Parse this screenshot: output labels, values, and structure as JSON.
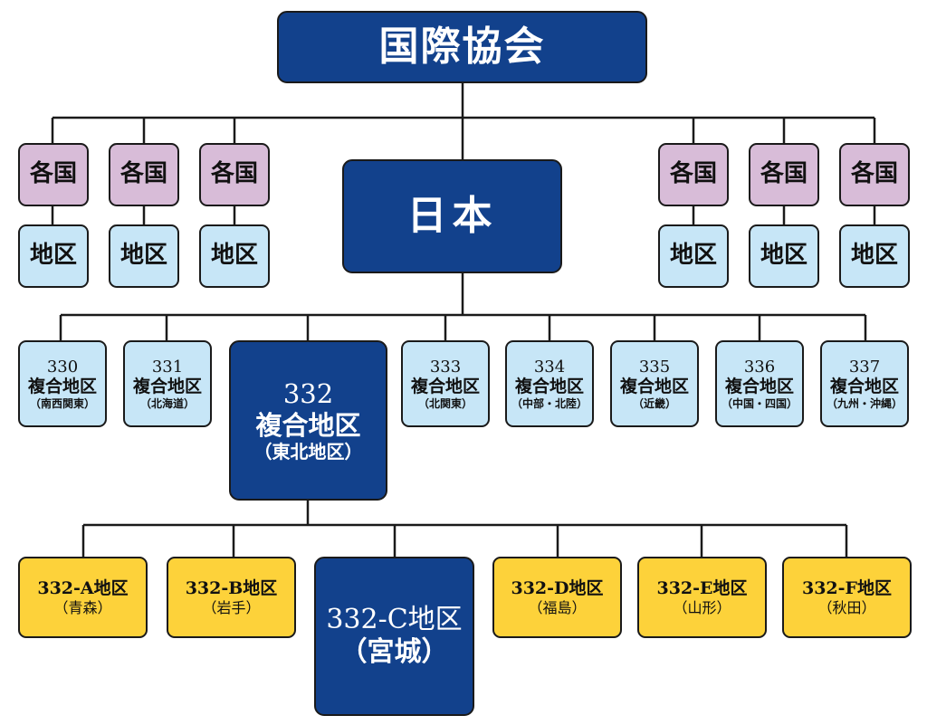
{
  "colors": {
    "navy": "#12418c",
    "pink": "#d8bcd8",
    "light_blue": "#c7e6f7",
    "gold": "#fdd23a",
    "line": "#1a1a1a"
  },
  "top": {
    "label": "国際協会"
  },
  "countries_left": [
    {
      "label": "各国"
    },
    {
      "label": "各国"
    },
    {
      "label": "各国"
    }
  ],
  "countries_right": [
    {
      "label": "各国"
    },
    {
      "label": "各国"
    },
    {
      "label": "各国"
    }
  ],
  "districts_left": [
    {
      "label": "地区"
    },
    {
      "label": "地区"
    },
    {
      "label": "地区"
    }
  ],
  "districts_right": [
    {
      "label": "地区"
    },
    {
      "label": "地区"
    },
    {
      "label": "地区"
    }
  ],
  "japan": {
    "label": "日本"
  },
  "multi_districts": [
    {
      "number": "330",
      "name": "複合地区",
      "region": "（南西関東）"
    },
    {
      "number": "331",
      "name": "複合地区",
      "region": "（北海道）"
    },
    {
      "number": "333",
      "name": "複合地区",
      "region": "（北関東）"
    },
    {
      "number": "334",
      "name": "複合地区",
      "region": "（中部・北陸）"
    },
    {
      "number": "335",
      "name": "複合地区",
      "region": "（近畿）"
    },
    {
      "number": "336",
      "name": "複合地区",
      "region": "（中国・四国）"
    },
    {
      "number": "337",
      "name": "複合地区",
      "region": "（九州・沖縄）"
    }
  ],
  "md332": {
    "number": "332",
    "name": "複合地区",
    "region": "（東北地区）"
  },
  "sub_districts": [
    {
      "name": "332-A地区",
      "region": "（青森）"
    },
    {
      "name": "332-B地区",
      "region": "（岩手）"
    },
    {
      "name": "332-D地区",
      "region": "（福島）"
    },
    {
      "name": "332-E地区",
      "region": "（山形）"
    },
    {
      "name": "332-F地区",
      "region": "（秋田）"
    }
  ],
  "d332c": {
    "name": "332-C地区",
    "region": "（宮城）"
  }
}
